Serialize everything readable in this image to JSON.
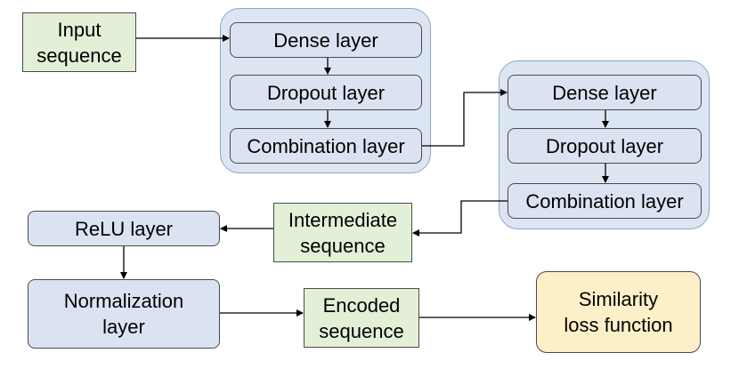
{
  "nodes": {
    "input_sequence": [
      "Input",
      "sequence"
    ],
    "block1_dense": "Dense layer",
    "block1_dropout": "Dropout layer",
    "block1_combination": "Combination layer",
    "block2_dense": "Dense layer",
    "block2_dropout": "Dropout layer",
    "block2_combination": "Combination layer",
    "intermediate_sequence": [
      "Intermediate",
      "sequence"
    ],
    "relu_layer": "ReLU layer",
    "normalization_layer": [
      "Normalization",
      "layer"
    ],
    "encoded_sequence": [
      "Encoded",
      "sequence"
    ],
    "similarity_loss": [
      "Similarity",
      "loss function"
    ]
  },
  "colors": {
    "layer_fill": "#dbe3f3",
    "sequence_fill": "#e3f0d8",
    "loss_fill": "#fdefc8",
    "group_fill": "#dce6f2"
  }
}
